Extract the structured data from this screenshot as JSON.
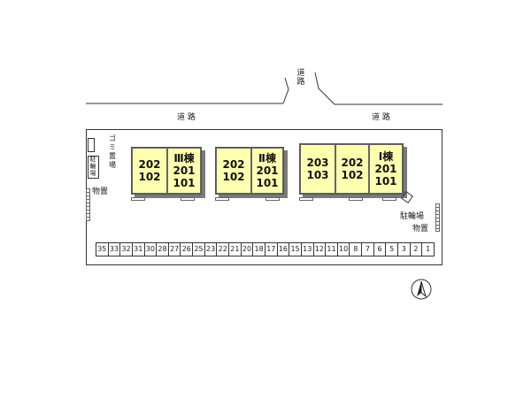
{
  "roads": {
    "north_road_label": "道路",
    "west_road_label": "道 路",
    "east_road_label": "道 路"
  },
  "buildings": [
    {
      "name": "Ⅲ棟",
      "units": [
        [
          "202",
          "102"
        ],
        [
          "201",
          "101"
        ]
      ]
    },
    {
      "name": "Ⅱ棟",
      "units": [
        [
          "202",
          "102"
        ],
        [
          "201",
          "101"
        ]
      ]
    },
    {
      "name": "Ⅰ棟",
      "units": [
        [
          "203",
          "103"
        ],
        [
          "202",
          "102"
        ],
        [
          "201",
          "101"
        ]
      ]
    }
  ],
  "facilities": {
    "garbage": "ゴミ置場",
    "bicycle_west": "駐輪場",
    "storage_west": "物置",
    "bicycle_east": "駐輪場",
    "storage_east": "物置"
  },
  "parking_slots": [
    "35",
    "33",
    "32",
    "31",
    "30",
    "28",
    "27",
    "26",
    "25",
    "23",
    "22",
    "21",
    "20",
    "18",
    "17",
    "16",
    "15",
    "13",
    "12",
    "11",
    "10",
    "8",
    "7",
    "6",
    "5",
    "3",
    "2",
    "1"
  ],
  "compass": "north-arrow-icon"
}
